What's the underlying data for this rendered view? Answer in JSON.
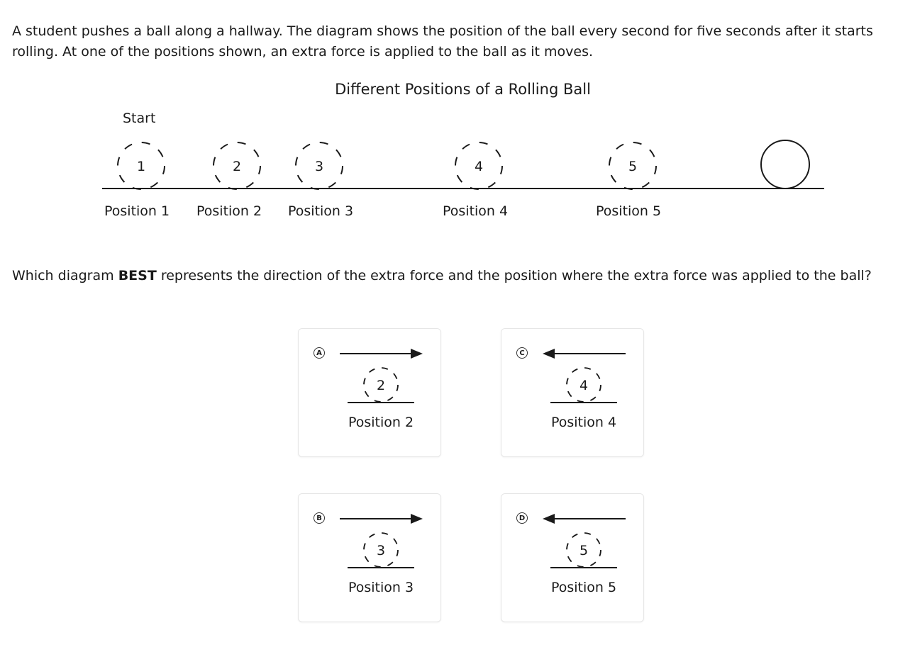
{
  "prompt": "A student pushes a ball along a hallway. The diagram shows the position of the ball every second for five seconds after it starts rolling. At one of the positions shown, an extra force is applied to the ball as it moves.",
  "diagram": {
    "title": "Different Positions of a Rolling Ball",
    "start_label": "Start",
    "balls": [
      {
        "number": "1",
        "label": "Position 1"
      },
      {
        "number": "2",
        "label": "Position 2"
      },
      {
        "number": "3",
        "label": "Position 3"
      },
      {
        "number": "4",
        "label": "Position 4"
      },
      {
        "number": "5",
        "label": "Position 5"
      }
    ]
  },
  "question": {
    "before": "Which diagram ",
    "emphasis": "BEST",
    "after": " represents the direction of the extra force and the position where the extra force was applied to the ball?"
  },
  "options": [
    {
      "letter": "A",
      "arrow_direction": "right",
      "number": "2",
      "label": "Position 2"
    },
    {
      "letter": "B",
      "arrow_direction": "right",
      "number": "3",
      "label": "Position 3"
    },
    {
      "letter": "C",
      "arrow_direction": "left",
      "number": "4",
      "label": "Position 4"
    },
    {
      "letter": "D",
      "arrow_direction": "left",
      "number": "5",
      "label": "Position 5"
    }
  ]
}
